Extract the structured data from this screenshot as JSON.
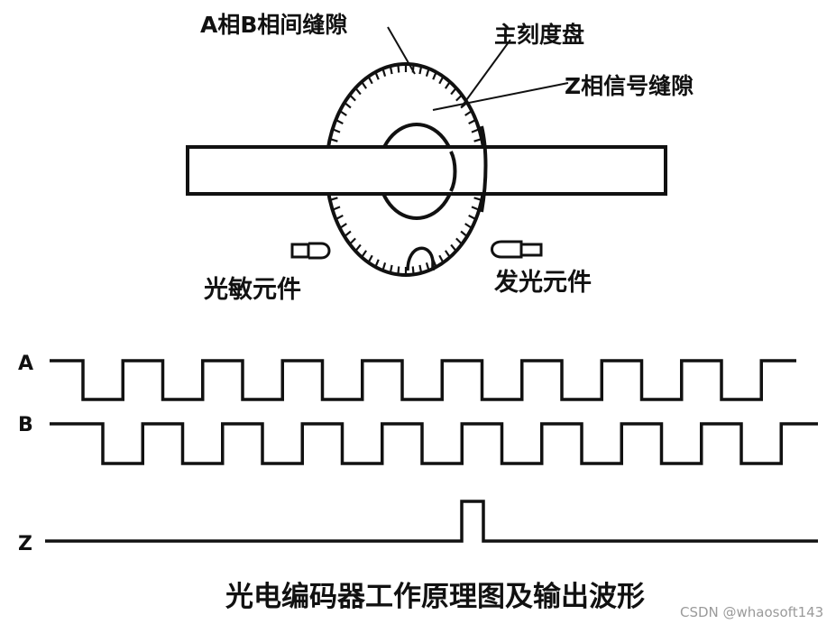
{
  "labels": {
    "ab_gap": "A相B相间缝隙",
    "main_disk": "主刻度盘",
    "z_gap": "Z相信号缝隙",
    "photo_element": "光敏元件",
    "light_element": "发光元件"
  },
  "waveforms": {
    "a": "A",
    "b": "B",
    "z": "Z"
  },
  "caption": "光电编码器工作原理图及输出波形",
  "watermark": "CSDN @whaosoft143",
  "colors": {
    "ink": "#111111",
    "background": "#ffffff",
    "watermark": "#9a9a9a"
  }
}
